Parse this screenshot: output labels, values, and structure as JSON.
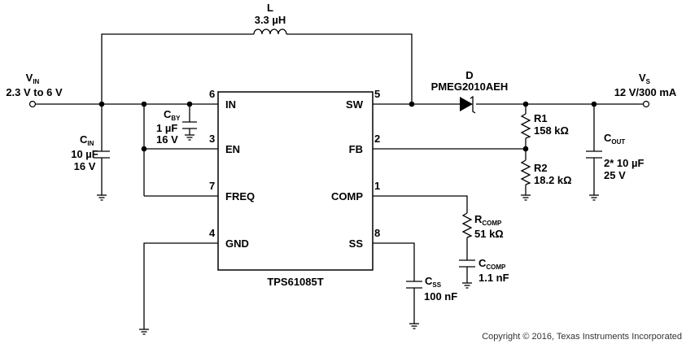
{
  "inductor": {
    "ref": "L",
    "value": "3.3 µH"
  },
  "input": {
    "ref": "V",
    "ref_sub": "IN",
    "range": "2.3 V to 6 V"
  },
  "output": {
    "ref": "V",
    "ref_sub": "S",
    "rating": "12 V/300 mA"
  },
  "diode": {
    "ref": "D",
    "part": "PMEG2010AEH"
  },
  "ic": {
    "name": "TPS61085T",
    "pins": [
      {
        "num": "6",
        "name": "IN"
      },
      {
        "num": "3",
        "name": "EN"
      },
      {
        "num": "7",
        "name": "FREQ"
      },
      {
        "num": "4",
        "name": "GND"
      },
      {
        "num": "5",
        "name": "SW"
      },
      {
        "num": "2",
        "name": "FB"
      },
      {
        "num": "1",
        "name": "COMP"
      },
      {
        "num": "8",
        "name": "SS"
      }
    ]
  },
  "c_in": {
    "ref": "C",
    "ref_sub": "IN",
    "value": "10 µF",
    "voltage": "16 V"
  },
  "c_by": {
    "ref": "C",
    "ref_sub": "BY",
    "value": "1 µF",
    "voltage": "16 V"
  },
  "r1": {
    "ref": "R1",
    "value": "158 kΩ"
  },
  "r2": {
    "ref": "R2",
    "value": "18.2 kΩ"
  },
  "c_out": {
    "ref": "C",
    "ref_sub": "OUT",
    "value": "2* 10 µF",
    "voltage": "25 V"
  },
  "r_comp": {
    "ref": "R",
    "ref_sub": "COMP",
    "value": "51 kΩ"
  },
  "c_comp": {
    "ref": "C",
    "ref_sub": "COMP",
    "value": "1.1 nF"
  },
  "c_ss": {
    "ref": "C",
    "ref_sub": "SS",
    "value": "100 nF"
  },
  "copyright": "Copyright © 2016, Texas Instruments Incorporated"
}
